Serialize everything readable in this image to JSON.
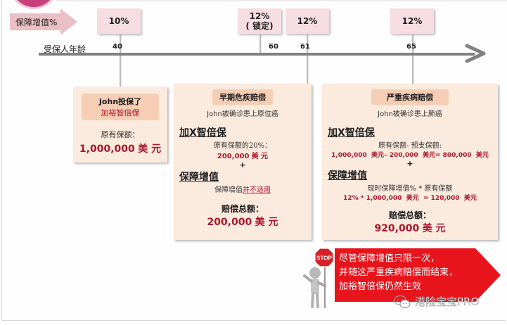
{
  "header": {
    "label": "保障增值%",
    "axis_label": "受保人年龄"
  },
  "timeline": {
    "percent_boxes": [
      {
        "text": "10%"
      },
      {
        "line1": "12%",
        "line2": "( 锁定)"
      },
      {
        "text": "12%"
      },
      {
        "text": "12%"
      }
    ],
    "ages": [
      "40",
      "60",
      "61",
      "65"
    ]
  },
  "card1": {
    "title_line1": "John投保了",
    "title_line2": "加裕智倍保",
    "label": "原有保额：",
    "amount": "1,000,000",
    "currency": "美 元"
  },
  "card2": {
    "title": "早期危疾赔偿",
    "diagnosis": "John被确诊患上原位癌",
    "product_heading": "加X智倍保",
    "product_desc": "原有保额的20%：",
    "product_amount": "200,000",
    "product_currency": "美 元",
    "plus": "+",
    "bonus_heading": "保障增值",
    "bonus_desc_prefix": "保障增值",
    "bonus_desc_highlight": "并不适用",
    "total_label": "赔偿总额：",
    "total_amount": "200,000",
    "total_currency": "美 元"
  },
  "card3": {
    "title": "严重疾病赔偿",
    "diagnosis": "John被确诊患上肺癌",
    "product_heading": "加X智倍保",
    "product_desc": "原有保额- 预支保额:",
    "product_formula": "1,000,000  美元– 200,000  美元= 800,000  美元",
    "plus": "+",
    "bonus_heading": "保障增值",
    "bonus_desc": "现时保障增值% * 原有保额",
    "bonus_formula": "12% * 1,000,000  美元  = 120,000  美元",
    "total_label": "赔偿总额：",
    "total_amount": "920,000",
    "total_currency": "美 元"
  },
  "notice": {
    "stop_sign": "STOP",
    "lines": [
      "尽管保障增值只限一次，",
      "并随这严重疾病赔偿而结束，",
      "加裕智倍保仍然生效"
    ]
  },
  "watermark": {
    "icon": "wechat-icon",
    "text": "港险宝宝PRO"
  },
  "colors": {
    "card_bg": "#fbeade",
    "card_title_bg": "#f6cdb5",
    "percent_box_bg": "#f5dde2",
    "amount_red": "#a8182e",
    "notice_red": "#e8141c",
    "axis_gray": "#808080"
  }
}
